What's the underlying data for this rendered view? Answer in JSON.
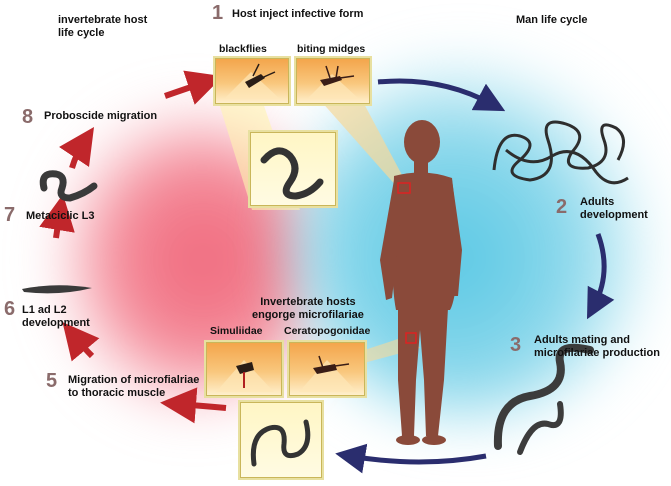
{
  "labels": {
    "invertebrate_cycle": "invertebrate host\nlife cycle",
    "man_cycle": "Man life cycle",
    "step1": "Host inject infective form",
    "blackflies": "blackflies",
    "biting_midges": "biting midges",
    "step2": "Adults development",
    "step3": "Adults mating and\nmicrofilariae production",
    "step5": "Migration of microfialriae\nto thoracic muscle",
    "step6": "L1 ad L2\ndevelopment",
    "step7": "Metaciclic L3",
    "step8": "Proboscide migration",
    "invertebrate_hosts": "Invertebrate hosts\nengorge microfilariae",
    "simuliidae": "Simuliidae",
    "ceratopogonidae": "Ceratopogonidae"
  },
  "numbers": {
    "n1": "1",
    "n2": "2",
    "n3": "3",
    "n5": "5",
    "n6": "6",
    "n7": "7",
    "n8": "8"
  },
  "colors": {
    "red_arrow": "#c0262b",
    "blue_arrow": "#2a2d6e",
    "red_zone": "#f0667a",
    "blue_zone": "#56c7e4",
    "panel_border": "#e8e0a0",
    "body_skin": "#8a4a3a",
    "worm": "#3a3a3a"
  }
}
